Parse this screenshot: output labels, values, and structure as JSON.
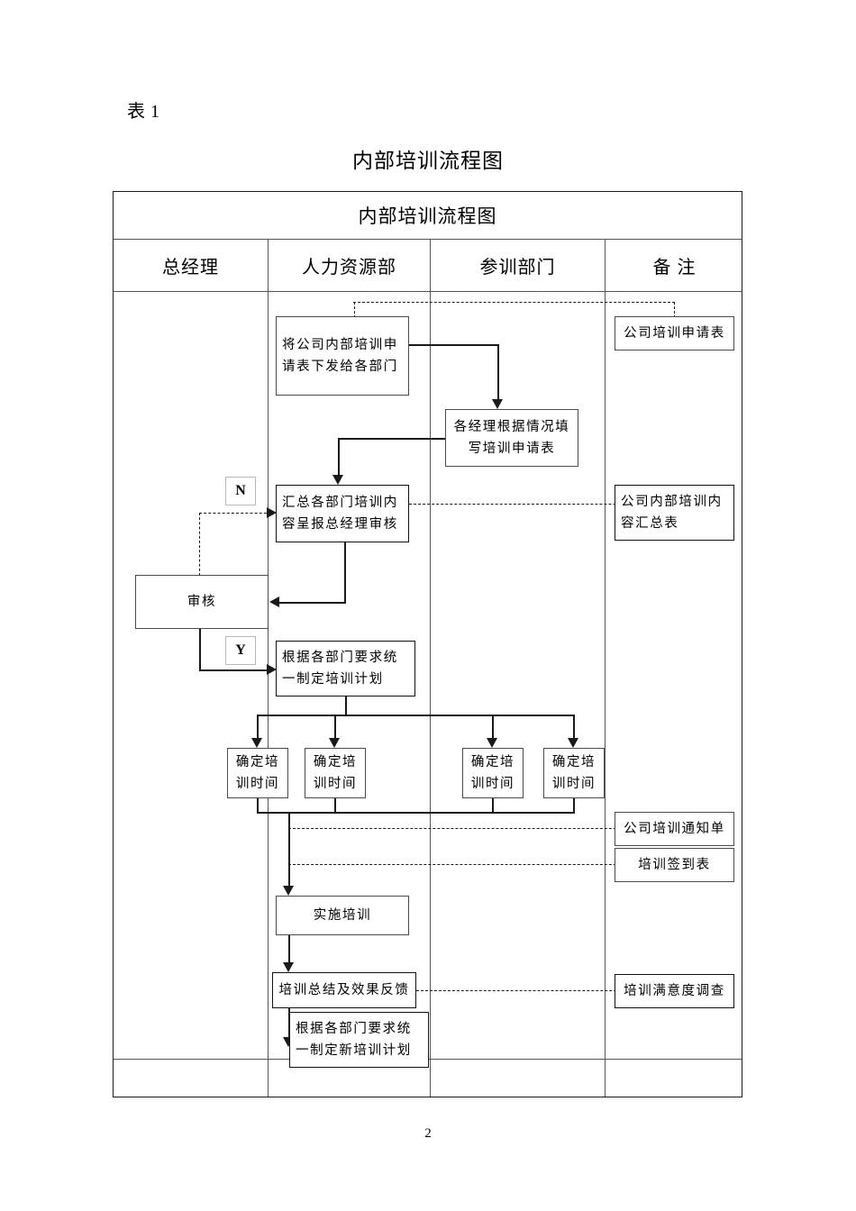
{
  "page": {
    "table_label": "表 1",
    "doc_title": "内部培训流程图",
    "page_number": "2"
  },
  "table": {
    "title": "内部培训流程图",
    "columns": [
      {
        "key": "gm",
        "label": "总经理"
      },
      {
        "key": "hr",
        "label": "人力资源部"
      },
      {
        "key": "dept",
        "label": "参训部门"
      },
      {
        "key": "remark",
        "label": "备  注"
      }
    ]
  },
  "flow": {
    "nodes": [
      {
        "id": "issue-form",
        "column": "hr",
        "text": "将公司内部培训申请表下发给各部门"
      },
      {
        "id": "managers-fill",
        "column": "dept",
        "text": "各经理根据情况填写培训申请表"
      },
      {
        "id": "collect-submit",
        "column": "hr",
        "text": "汇总各部门培训内容呈报总经理审核"
      },
      {
        "id": "review",
        "column": "gm",
        "text": "审核"
      },
      {
        "id": "make-plan",
        "column": "hr",
        "text": "根据各部门要求统一制定培训计划"
      },
      {
        "id": "set-time-1",
        "column": "hr",
        "text": "确定培训时间"
      },
      {
        "id": "set-time-2",
        "column": "hr",
        "text": "确定培训时间"
      },
      {
        "id": "set-time-3",
        "column": "dept",
        "text": "确定培训时间"
      },
      {
        "id": "set-time-4",
        "column": "dept",
        "text": "确定培训时间"
      },
      {
        "id": "conduct-training",
        "column": "hr",
        "text": "实施培训"
      },
      {
        "id": "summary-feedback",
        "column": "hr",
        "text": "培训总结及效果反馈"
      },
      {
        "id": "new-plan",
        "column": "hr",
        "text": "根据各部门要求统一制定新培训计划"
      }
    ],
    "remarks": [
      {
        "id": "remark-apply-form",
        "text": "公司培训申请表"
      },
      {
        "id": "remark-summary",
        "text": "公司内部培训内容汇总表"
      },
      {
        "id": "remark-notice",
        "text": "公司培训通知单"
      },
      {
        "id": "remark-signin",
        "text": "培训签到表"
      },
      {
        "id": "remark-survey",
        "text": "培训满意度调查"
      }
    ],
    "decision_tags": [
      {
        "id": "tag-no",
        "label": "N"
      },
      {
        "id": "tag-yes",
        "label": "Y"
      }
    ]
  }
}
